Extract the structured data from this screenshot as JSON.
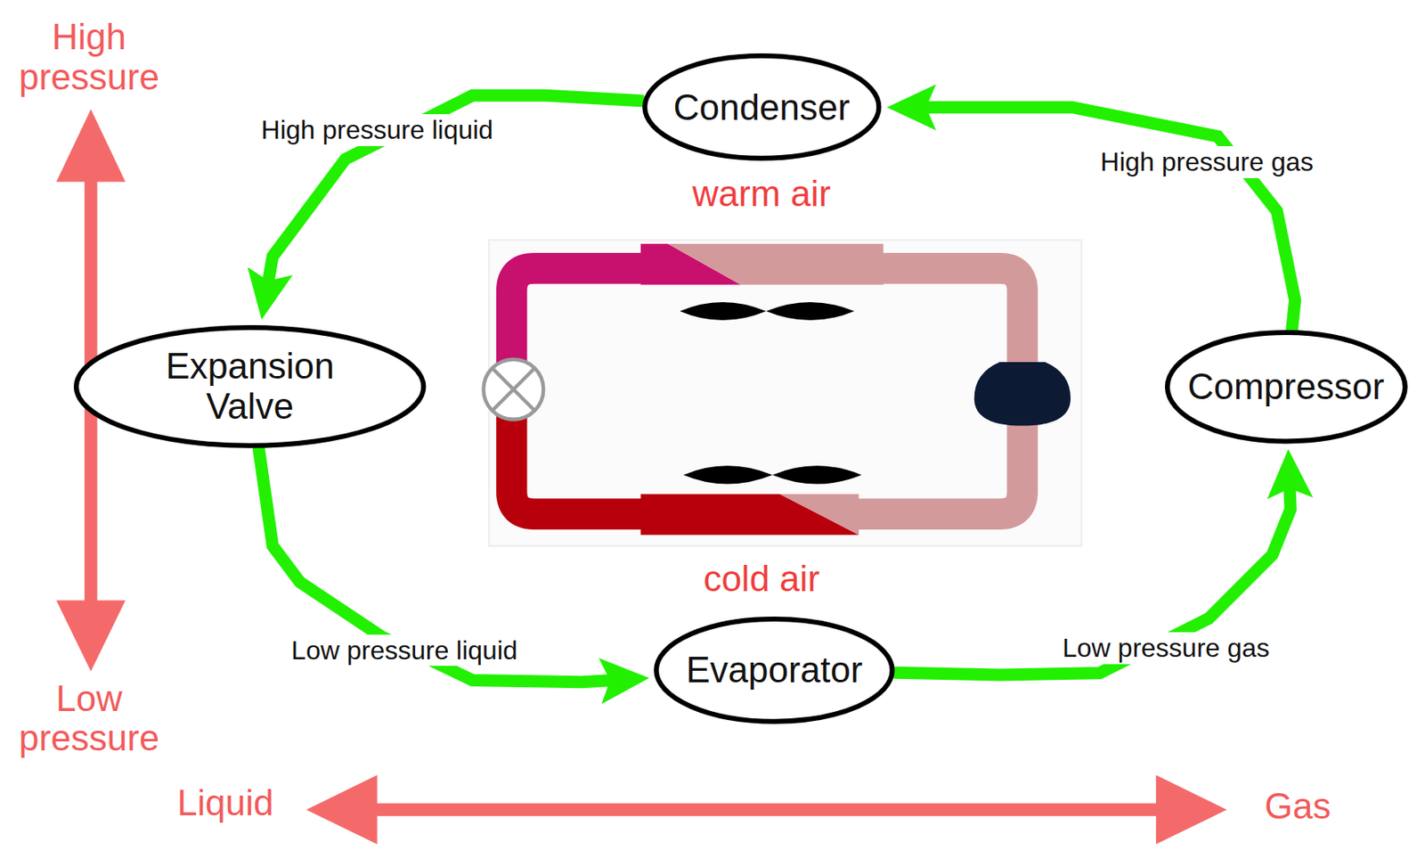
{
  "diagram": {
    "nodes": [
      {
        "text": [
          "Condenser"
        ]
      },
      {
        "text": [
          "Expansion Valve"
        ]
      },
      {
        "text": [
          "Compressor"
        ]
      },
      {
        "text": [
          "Evaporator"
        ]
      }
    ],
    "edges": [
      {
        "from": 2,
        "to": 0,
        "label": "High pressure gas",
        "arrow": "to"
      },
      {
        "from": 0,
        "to": 1,
        "label": "High pressure liquid",
        "arrow": "to"
      },
      {
        "from": 1,
        "to": 3,
        "label": "Low pressure liquid",
        "arrow": "to"
      },
      {
        "from": 3,
        "to": 2,
        "label": "Low pressure gas",
        "arrow": "to"
      }
    ],
    "labels": [
      "High pressure",
      "warm air",
      "cold air",
      "Low pressure",
      "Liquid",
      "Gas"
    ]
  }
}
